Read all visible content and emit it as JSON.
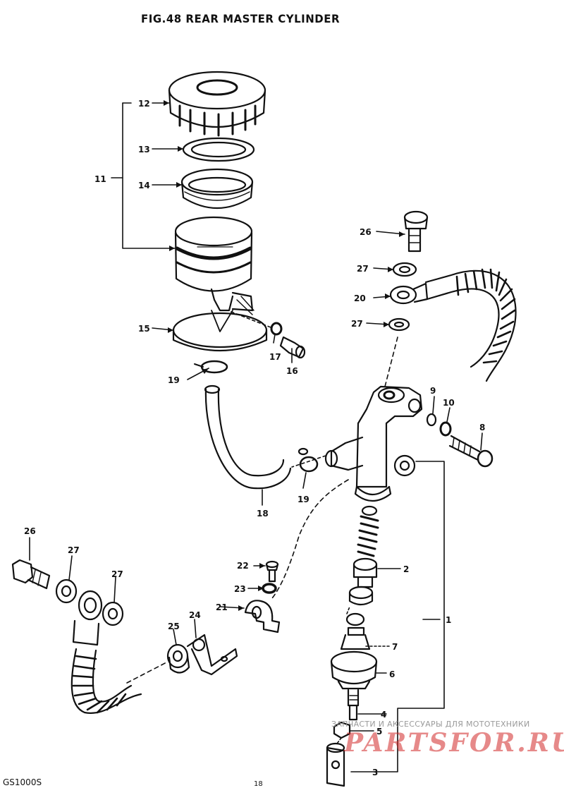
{
  "title": "FIG.48  REAR MASTER CYLINDER",
  "footer_code": "GS1000S",
  "footer_page": "18",
  "watermark": {
    "tagline": "ЗАПЧАСТИ И АКСЕССУАРЫ ДЛЯ МОТОТЕХНИКИ",
    "logo": "PARTSFOR.RU"
  },
  "callouts": {
    "c1": "1",
    "c2": "2",
    "c3": "3",
    "c4": "4",
    "c5": "5",
    "c6": "6",
    "c7": "7",
    "c8": "8",
    "c9": "9",
    "c10": "10",
    "c11": "11",
    "c12": "12",
    "c13": "13",
    "c14": "14",
    "c15": "15",
    "c16": "16",
    "c17": "17",
    "c18": "18",
    "c19a": "19",
    "c19b": "19",
    "c20": "20",
    "c21": "21",
    "c22": "22",
    "c23": "23",
    "c24": "24",
    "c25": "25",
    "c26a": "26",
    "c26b": "26",
    "c27a": "27",
    "c27b": "27",
    "c27c": "27",
    "c27d": "27"
  }
}
